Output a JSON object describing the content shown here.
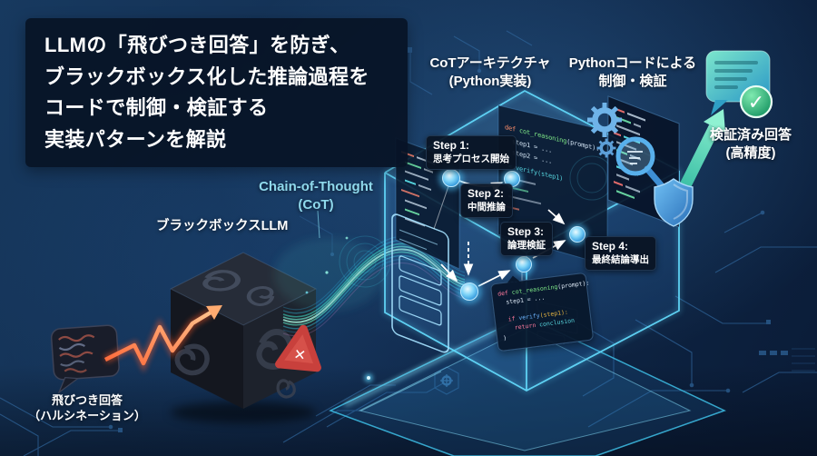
{
  "banner": {
    "lines": [
      "LLMの「飛びつき回答」を防ぎ、",
      "ブラックボックス化した推論過程を",
      "コードで制御・検証する",
      "実装パターンを解説"
    ]
  },
  "labels": {
    "cot_architecture_1": "CoTアーキテクチャ",
    "cot_architecture_2": "(Python実装)",
    "python_control_1": "Pythonコードによる",
    "python_control_2": "制御・検証",
    "verified_1": "検証済み回答",
    "verified_2": "(高精度)",
    "chain_1": "Chain-of-Thought",
    "chain_2": "(CoT)",
    "blackbox": "ブラックボックスLLM",
    "hallucination_1": "飛びつき回答",
    "hallucination_2": "（ハルシネーション）"
  },
  "steps": [
    {
      "title": "Step 1:",
      "desc": "思考プロセス開始"
    },
    {
      "title": "Step 2:",
      "desc": "中間推論"
    },
    {
      "title": "Step 3:",
      "desc": "論理検証"
    },
    {
      "title": "Step 4:",
      "desc": "最終結論導出"
    }
  ],
  "code_bubble": {
    "kw_def": "def",
    "fn": " cot_reasoning",
    "args": "(prompt):",
    "line_step": "step1 = ...",
    "kw_if": "if",
    "fn_verify": " verify",
    "args_verify": "(step1):",
    "kw_return": "return",
    "val_return": " conclusion",
    "close": ")"
  },
  "panel_code": {
    "kw_def": "def",
    "fn": " cot_reasoning",
    "args": "(prompt):",
    "l2": "step1 = ...",
    "l3": "step2 = ...",
    "l4": "= verify(step1)"
  },
  "icons": {
    "check_glyph": "✓",
    "warning_glyph": "✕"
  },
  "colors": {
    "accent_cyan": "#5fd8ff",
    "accent_teal": "#3fd0a8",
    "alert_orange": "#ff8a50",
    "alert_red": "#cc4440",
    "node_blue": "#35aef0"
  }
}
